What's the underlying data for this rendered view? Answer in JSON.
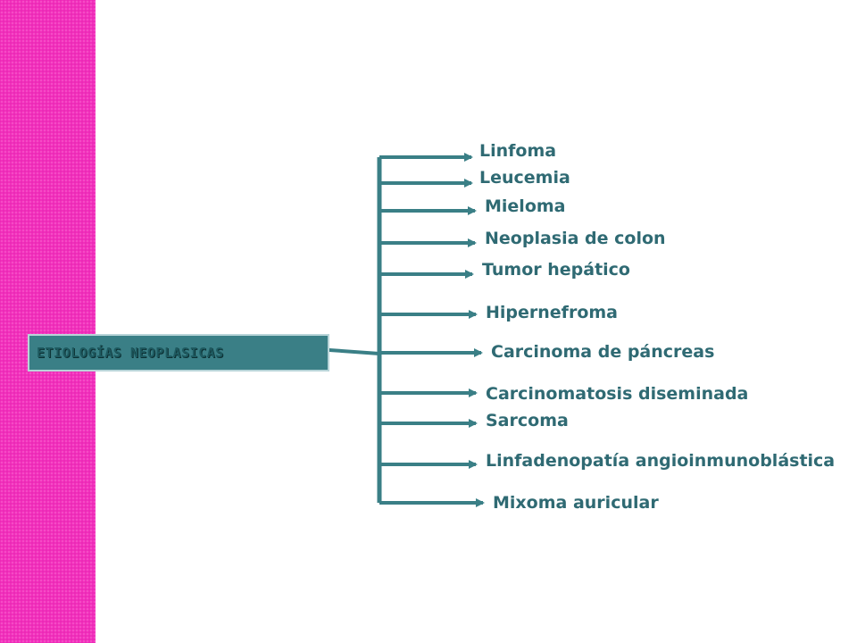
{
  "root": {
    "label": "ETIOLOGÍAS NEOPLASICAS"
  },
  "items": [
    "Linfoma",
    "Leucemia",
    "Mieloma",
    "Neoplasia de colon",
    "Tumor hepático",
    "Hipernefroma",
    "Carcinoma de páncreas",
    "Carcinomatosis diseminada",
    "Sarcoma",
    "Linfadenopatía angioinmunoblástica",
    "Mixoma auricular"
  ],
  "colors": {
    "side_band": "#f22fbc",
    "box": "#3a7f86",
    "text": "#2f6a73",
    "line": "#3a7f86"
  }
}
